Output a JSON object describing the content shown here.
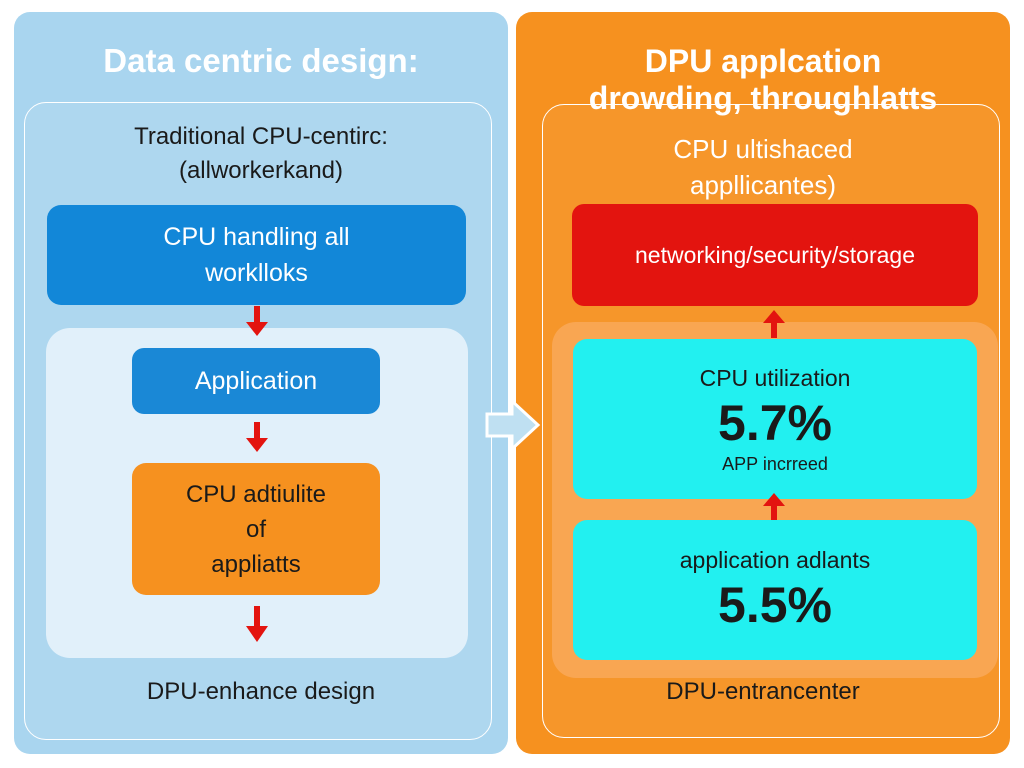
{
  "left_panel": {
    "title": "Data centric design:",
    "subtitle_line1": "Traditional CPU-centirc:",
    "subtitle_line2": "(allworkerkand)",
    "box_cpu_line1": "CPU handling all",
    "box_cpu_line2": "worklloks",
    "box_application": "Application",
    "box_util_line1": "CPU adtiulite",
    "box_util_line2": "of",
    "box_util_line3": "appliatts",
    "footer": "DPU-enhance design"
  },
  "right_panel": {
    "title_line1": "DPU applcation",
    "title_line2": "drowding, throughlatts",
    "subtitle_line1": "CPU ultishaced",
    "subtitle_line2": "appllicantes)",
    "box_network": "networking/security/storage",
    "box_cpu_util_label": "CPU utilization",
    "box_cpu_util_value": "5.7%",
    "box_cpu_util_note": "APP incrreed",
    "box_app_label": "application adlants",
    "box_app_value": "5.5%",
    "footer": "DPU-entrancenter"
  },
  "colors": {
    "left_bg": "#a9d5ef",
    "right_bg": "#f6911f",
    "blue_box": "#1287d8",
    "red_box": "#e3140f",
    "cyan_box": "#22f0f0",
    "arrow_red": "#e3140f"
  }
}
